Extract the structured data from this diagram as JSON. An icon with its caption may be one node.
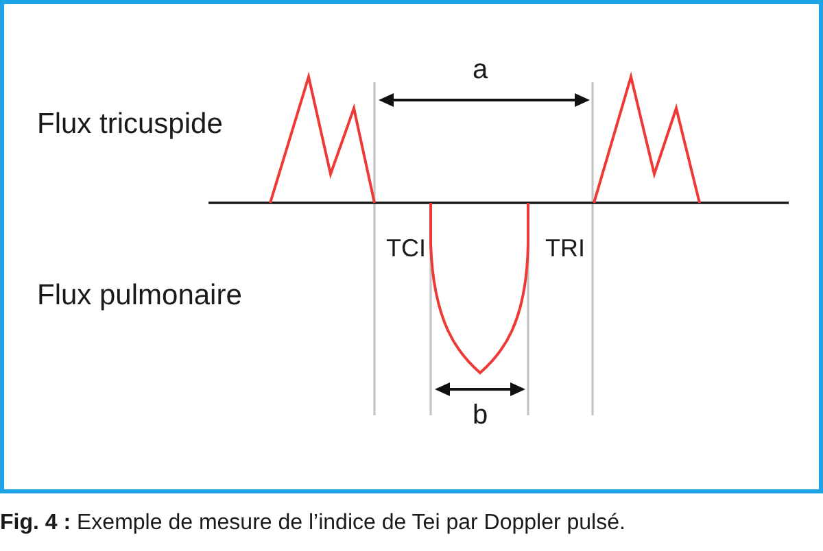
{
  "diagram": {
    "caption": "**Fig. 4 :** Exemple de mesure de l’indice de Tei par Doppler pulsé.",
    "labels": [
      "a",
      "Flux tricuspide",
      "TCI",
      "TRI",
      "Flux pulmonaire",
      "b"
    ]
  }
}
